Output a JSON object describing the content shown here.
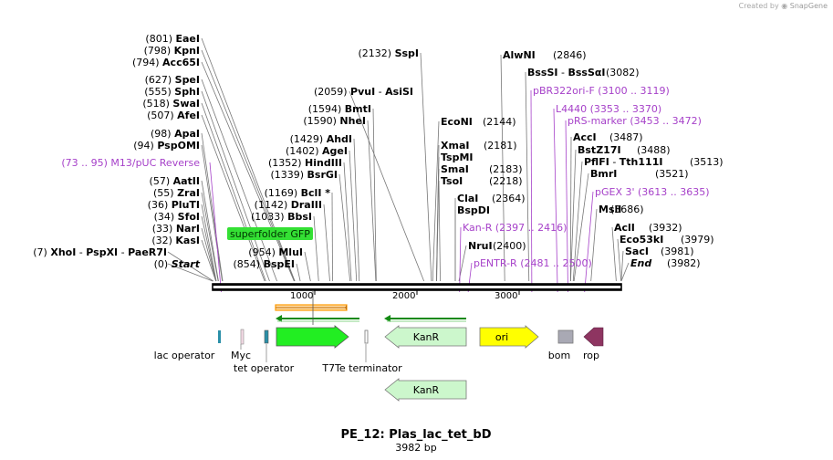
{
  "watermark": {
    "prefix": "Created by",
    "brand": "SnapGene"
  },
  "title": "PE_12: Plas_lac_tet_bD",
  "subtitle": "3982 bp",
  "ruler": {
    "length_bp": 3982,
    "ticks": [
      "1000",
      "2000",
      "3000"
    ]
  },
  "highlight_label": "superfolder GFP",
  "colors": {
    "enzyme": "#000000",
    "primer": "#a641c9",
    "green_feature": "#22ee22",
    "green_label_bg": "#34e034",
    "kanr": "#ccf7cc",
    "ori": "#ffff00",
    "bom": "#a9a9b4",
    "rop": "#8e3561",
    "lac_operator": "#2a8fa8",
    "primer_arrow": "#138a13",
    "orange_strand": "#ff9900"
  },
  "left_labels": [
    {
      "num": "(801)",
      "name": "EaeI",
      "italic": false
    },
    {
      "num": "(798)",
      "name": "KpnI",
      "italic": false
    },
    {
      "num": "(794)",
      "name": "Acc65I",
      "italic": false
    },
    {
      "num": "(627)",
      "name": "SpeI",
      "italic": false
    },
    {
      "num": "(555)",
      "name": "SphI",
      "italic": false
    },
    {
      "num": "(518)",
      "name": "SwaI",
      "italic": false
    },
    {
      "num": "(507)",
      "name": "AfeI",
      "italic": false
    },
    {
      "num": "(98)",
      "name": "ApaI",
      "italic": false
    },
    {
      "num": "(94)",
      "name": "PspOMI",
      "italic": false
    },
    {
      "num": "(57)",
      "name": "AatII",
      "italic": false
    },
    {
      "num": "(55)",
      "name": "ZraI",
      "italic": false
    },
    {
      "num": "(36)",
      "name": "PluTI",
      "italic": false
    },
    {
      "num": "(34)",
      "name": "SfoI",
      "italic": false
    },
    {
      "num": "(33)",
      "name": "NarI",
      "italic": false
    },
    {
      "num": "(32)",
      "name": "KasI",
      "italic": false
    },
    {
      "num": "(7)",
      "name": "XhoI",
      "extra": [
        "PspXI",
        "PaeR7I"
      ],
      "italic": false
    },
    {
      "num": "(0)",
      "name": "Start",
      "italic": true
    }
  ],
  "mid_labels": [
    {
      "num": "(2132)",
      "name": "SspI"
    },
    {
      "num": "(2059)",
      "name": "PvuI",
      "extra": [
        "AsiSI"
      ]
    },
    {
      "num": "(1594)",
      "name": "BmtI"
    },
    {
      "num": "(1590)",
      "name": "NheI"
    },
    {
      "num": "(1429)",
      "name": "AhdI"
    },
    {
      "num": "(1402)",
      "name": "AgeI"
    },
    {
      "num": "(1352)",
      "name": "HindIII"
    },
    {
      "num": "(1339)",
      "name": "BsrGI"
    },
    {
      "num": "(1169)",
      "name": "BclI *"
    },
    {
      "num": "(1142)",
      "name": "DraIII"
    },
    {
      "num": "(1033)",
      "name": "BbsI"
    },
    {
      "num": "(954)",
      "name": "MluI"
    },
    {
      "num": "(854)",
      "name": "BspEI"
    }
  ],
  "center_labels": [
    {
      "name": "EcoNI",
      "num": "(2144)"
    },
    {
      "name": "XmaI",
      "num": "(2181)"
    },
    {
      "name": "TspMI",
      "num": ""
    },
    {
      "name": "SmaI",
      "num": "(2183)"
    },
    {
      "name": "TsoI",
      "num": "(2218)"
    },
    {
      "name": "ClaI",
      "num": "(2364)"
    },
    {
      "name": "BspDI",
      "num": ""
    },
    {
      "name": "NruI",
      "num": "(2400)"
    }
  ],
  "right_labels": [
    {
      "name": "AlwNI",
      "num": "(2846)"
    },
    {
      "name": "BssSI",
      "extra": [
        "BssSαI"
      ],
      "num": "(3082)"
    },
    {
      "name": "AccI",
      "num": "(3487)"
    },
    {
      "name": "BstZ17I",
      "num": "(3488)"
    },
    {
      "name": "PflFI",
      "extra": [
        "Tth111I"
      ],
      "num": "(3513)"
    },
    {
      "name": "BmrI",
      "num": "(3521)"
    },
    {
      "name": "MslI",
      "num": "(3686)"
    },
    {
      "name": "AclI",
      "num": "(3932)"
    },
    {
      "name": "Eco53kI",
      "num": "(3979)"
    },
    {
      "name": "SacI",
      "num": "(3981)"
    },
    {
      "name": "End",
      "num": "(3982)",
      "italic": true
    }
  ],
  "primers": [
    {
      "range": "(73 .. 95)",
      "name": "M13/pUC Reverse"
    },
    {
      "name": "pBR322ori-F",
      "range": "(3100 .. 3119)"
    },
    {
      "name": "L4440",
      "range": "(3353 .. 3370)"
    },
    {
      "name": "pRS-marker",
      "range": "(3453 .. 3472)"
    },
    {
      "name": "pGEX 3'",
      "range": "(3613 .. 3635)"
    },
    {
      "name": "Kan-R",
      "range": "(2397 .. 2416)"
    },
    {
      "name": "pENTR-R",
      "range": "(2481 .. 2500)"
    }
  ],
  "features": [
    {
      "name": "lac operator",
      "label": "lac operator"
    },
    {
      "name": "Myc",
      "label": "Myc"
    },
    {
      "name": "tet operator",
      "label": "tet operator"
    },
    {
      "name": "superfolder GFP",
      "label": ""
    },
    {
      "name": "T7Te terminator",
      "label": "T7Te terminator"
    },
    {
      "name": "KanR",
      "label": "KanR"
    },
    {
      "name": "ori",
      "label": "ori"
    },
    {
      "name": "bom",
      "label": "bom"
    },
    {
      "name": "rop",
      "label": "rop"
    },
    {
      "name": "KanR",
      "label": "KanR"
    }
  ]
}
